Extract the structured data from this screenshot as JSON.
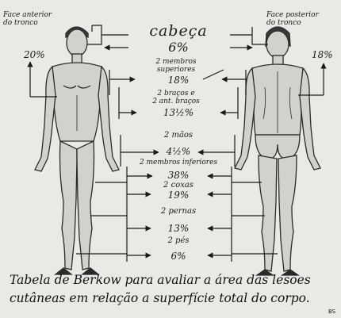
{
  "labels": {
    "front_trunk": "Face anterior\ndo tronco",
    "back_trunk": "Face posterior\ndo tronco",
    "front_pct": "20%",
    "back_pct": "18%",
    "head": "cabeça",
    "head_pct": "6%",
    "upper_limbs": "2 membros\nsuperiores",
    "upper_pct": "18%",
    "arms_forearms": "2 braços e\n2 ant. braços",
    "arms_pct": "13½%",
    "hands": "2 mãos",
    "hands_pct": "4½%",
    "lower_limbs": "2 membros inferiores",
    "lower_pct": "38%",
    "thighs": "2 coxas",
    "thighs_pct": "19%",
    "legs": "2 pernas",
    "legs_pct": "13%",
    "feet": "2 pés",
    "feet_pct": "6%"
  },
  "caption": {
    "line1": "Tabela de Berkow para avaliar a área das lesões",
    "line2": "cutâneas em relação a superfície total do corpo."
  },
  "signature": "BS"
}
